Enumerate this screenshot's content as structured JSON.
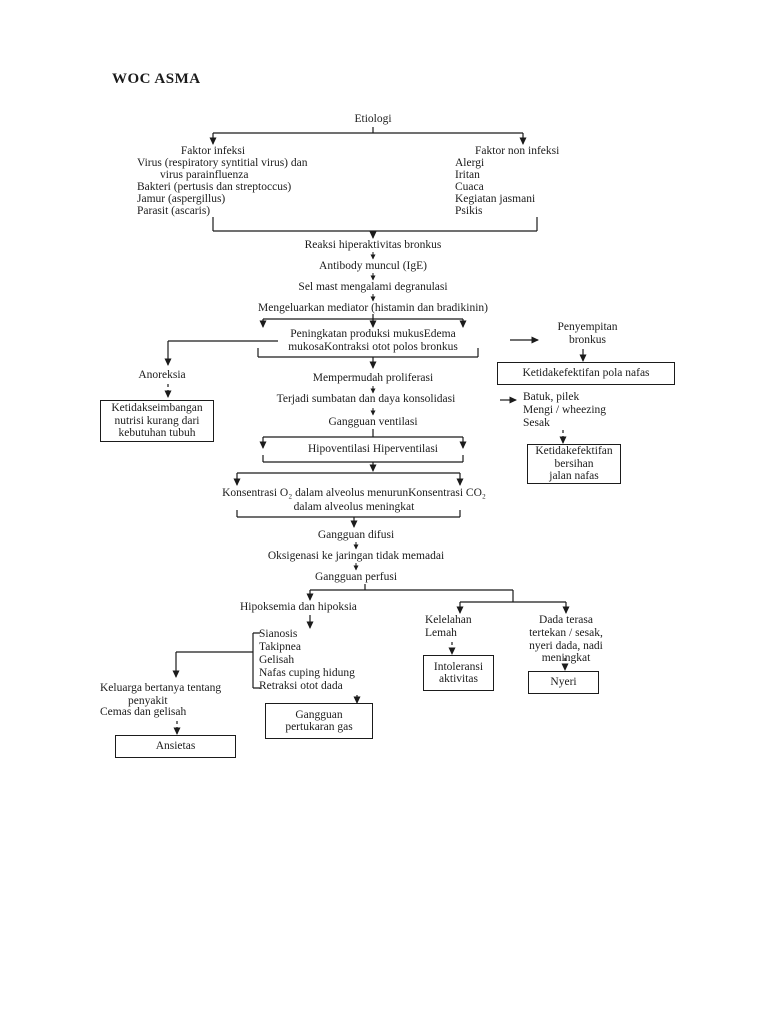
{
  "title": "WOC ASMA",
  "flow": {
    "etiologi": "Etiologi",
    "faktor_infeksi": {
      "title": "Faktor infeksi",
      "items": [
        "Virus (respiratory syntitial virus) dan",
        "virus parainfluenza",
        "Bakteri (pertusis dan streptoccus)",
        "Jamur (aspergillus)",
        "Parasit (ascaris)"
      ]
    },
    "faktor_non_infeksi": {
      "title": "Faktor non infeksi",
      "items": [
        "Alergi",
        "Iritan",
        "Cuaca",
        "Kegiatan jasmani",
        "Psikis"
      ]
    },
    "reaksi": "Reaksi hiperaktivitas bronkus",
    "antibody": "Antibody muncul (IgE)",
    "sel_mast": "Sel mast mengalami degranulasi",
    "mediator": "Mengeluarkan mediator (histamin dan bradikinin)",
    "peningkatan": [
      "Peningkatan produksi mukusEdema",
      "mukosaKontraksi otot polos bronkus"
    ],
    "penyempitan": [
      "Penyempitan",
      "bronkus"
    ],
    "anoreksia": "Anoreksia",
    "mempermudah": "Mempermudah proliferasi",
    "terjadi": "Terjadi sumbatan dan daya konsolidasi",
    "gejala_batuk": [
      "Batuk, pilek",
      "Mengi / wheezing",
      "Sesak"
    ],
    "gangguan_ventilasi": "Gangguan ventilasi",
    "hipoventilasi": "Hipoventilasi Hiperventilasi",
    "konsentrasi": [
      "Konsentrasi O₂ dalam alveolus menurunKonsentrasi CO₂",
      "dalam alveolus meningkat"
    ],
    "gangguan_difusi": "Gangguan difusi",
    "oksigenasi": "Oksigenasi ke jaringan tidak memadai",
    "gangguan_perfusi": "Gangguan perfusi",
    "hipoksemia": "Hipoksemia dan hipoksia",
    "tanda_hipoksia": [
      "Sianosis",
      "Takipnea",
      "Gelisah",
      "Nafas cuping hidung",
      "Retraksi otot dada"
    ],
    "kelelahan": [
      "Kelelahan",
      "Lemah"
    ],
    "dada": [
      "Dada terasa",
      "tertekan / sesak,",
      "nyeri dada, nadi",
      "meningkat"
    ],
    "keluarga": [
      "Keluarga bertanya tentang",
      "penyakit",
      "Cemas dan gelisah"
    ]
  },
  "diagnoses": {
    "nutrisi": [
      "Ketidakseimbangan",
      "nutrisi kurang dari",
      "kebutuhan tubuh"
    ],
    "pola_nafas": "Ketidakefektifan pola nafas",
    "bersihan": [
      "Ketidakefektifan",
      "bersihan",
      "jalan nafas"
    ],
    "intoleransi": [
      "Intoleransi",
      "aktivitas"
    ],
    "nyeri": "Nyeri",
    "ansietas": "Ansietas",
    "pertukaran_gas": [
      "Gangguan",
      "pertukaran gas"
    ]
  },
  "colors": {
    "ink": "#1b1b1b",
    "page_bg": "#ffffff"
  }
}
